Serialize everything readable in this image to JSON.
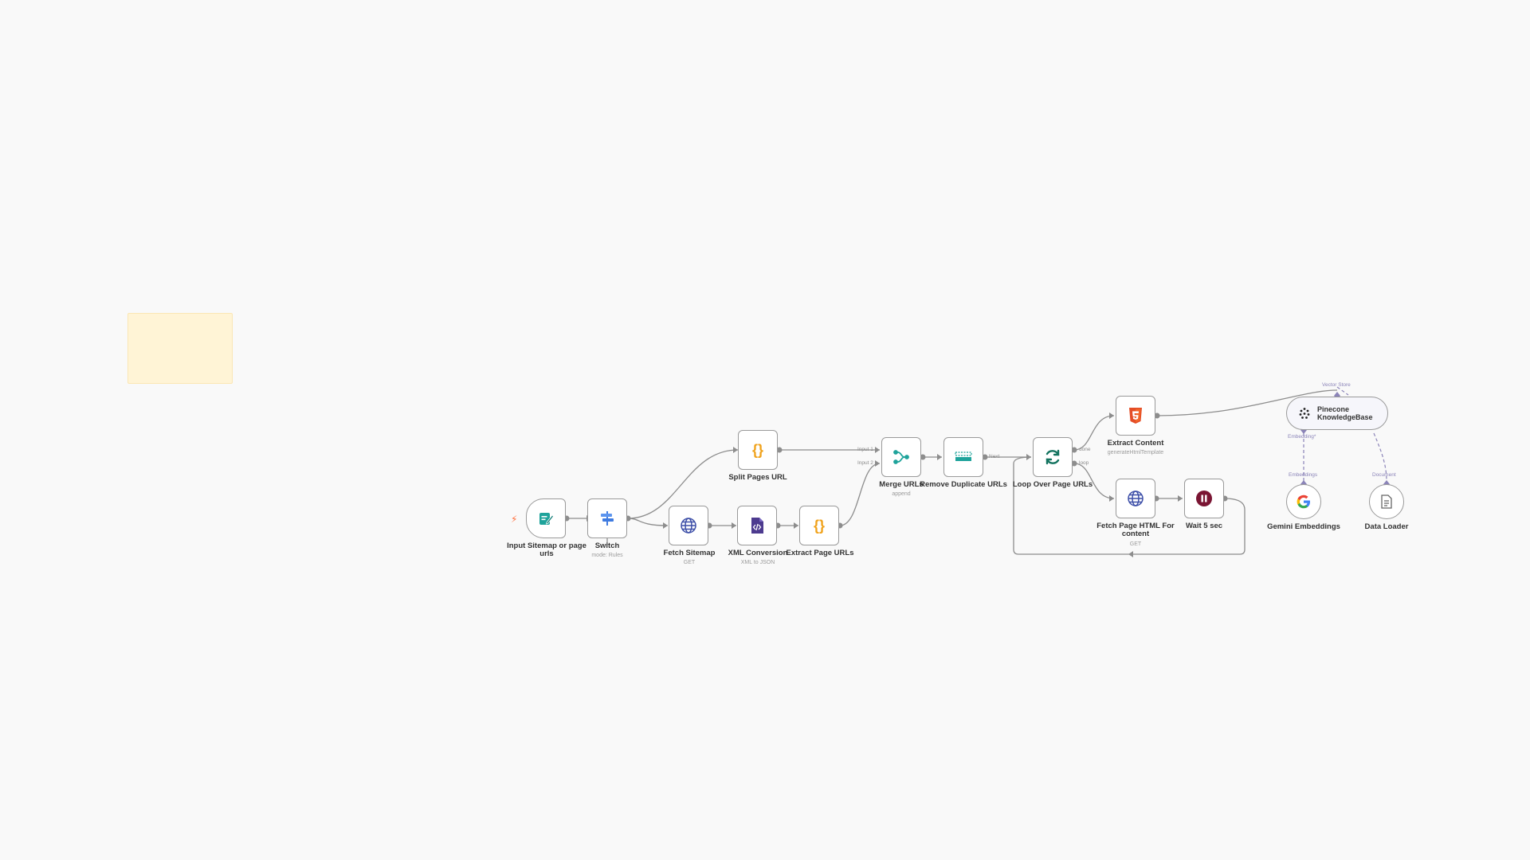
{
  "nodes": {
    "input": {
      "label": "Input Sitemap or page urls"
    },
    "switch": {
      "label": "Switch",
      "sub": "mode: Rules"
    },
    "fetch_sitemap": {
      "label": "Fetch Sitemap",
      "sub": "GET"
    },
    "xml_conversion": {
      "label": "XML Conversion",
      "sub": "XML to JSON"
    },
    "extract_page_urls": {
      "label": "Extract Page URLs"
    },
    "split_pages": {
      "label": "Split Pages URL"
    },
    "merge_urls": {
      "label": "Merge URLs",
      "sub": "append"
    },
    "remove_dup": {
      "label": "Remove Duplicate URLs"
    },
    "loop": {
      "label": "Loop Over Page URLs"
    },
    "extract_content": {
      "label": "Extract Content",
      "sub": "generateHtmlTemplate"
    },
    "fetch_page": {
      "label": "Fetch Page HTML For content",
      "sub": "GET"
    },
    "wait": {
      "label": "Wait 5 sec"
    },
    "pinecone": {
      "label": "Pinecone KnowledgeBase"
    },
    "gemini": {
      "label": "Gemini Embeddings"
    },
    "loader": {
      "label": "Data Loader"
    }
  },
  "ports": {
    "input1": "Input 1",
    "input2": "Input 2",
    "next": "Next",
    "done": "done",
    "loop": "loop",
    "vector_store": "Vector Store",
    "embedding_req": "Embedding*",
    "embeddings": "Embeddings",
    "document": "Document"
  },
  "icons": {
    "input": "form-icon",
    "switch": "switch-icon",
    "fetch_sitemap": "globe-icon",
    "xml_conversion": "xml-file-icon",
    "extract_page_urls": "code-braces-icon",
    "split_pages": "code-braces-icon",
    "merge_urls": "merge-icon",
    "remove_dup": "dedupe-icon",
    "loop": "loop-icon",
    "extract_content": "html5-icon",
    "fetch_page": "globe-icon",
    "wait": "pause-icon",
    "pinecone": "pinecone-icon",
    "gemini": "google-icon",
    "loader": "document-icon"
  },
  "colors": {
    "edge": "#8d8d8d",
    "ai_edge": "#8b84b8",
    "trigger": "#ff6d3a",
    "teal": "#1fa39b",
    "blue": "#3f7be0",
    "purple": "#4d3b8f",
    "orange": "#f0a21b",
    "html": "#e44d26",
    "loop": "#13735f",
    "wait": "#7a1533",
    "sticky": "#fff4d6"
  }
}
